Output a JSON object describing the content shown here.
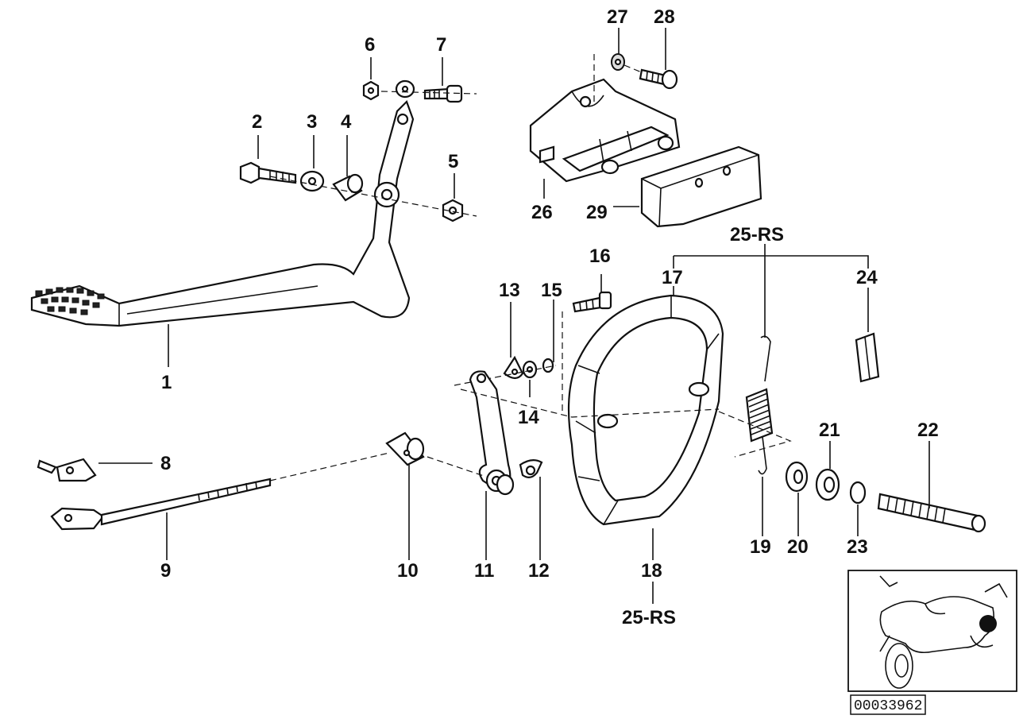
{
  "callouts": {
    "c1": "1",
    "c2": "2",
    "c3": "3",
    "c4": "4",
    "c5": "5",
    "c6": "6",
    "c7": "7",
    "c8": "8",
    "c9": "9",
    "c10": "10",
    "c11": "11",
    "c12": "12",
    "c13": "13",
    "c14": "14",
    "c15": "15",
    "c16": "16",
    "c17": "17",
    "c18": "18",
    "c19": "19",
    "c20": "20",
    "c21": "21",
    "c22": "22",
    "c23": "23",
    "c24": "24",
    "c25_top": "25-RS",
    "c25_bottom": "25-RS",
    "c26": "26",
    "c27": "27",
    "c28": "28",
    "c29": "29"
  },
  "reference_number": "00033962",
  "colors": {
    "line": "#111111",
    "background": "#ffffff",
    "inset_dot": "#111111"
  }
}
